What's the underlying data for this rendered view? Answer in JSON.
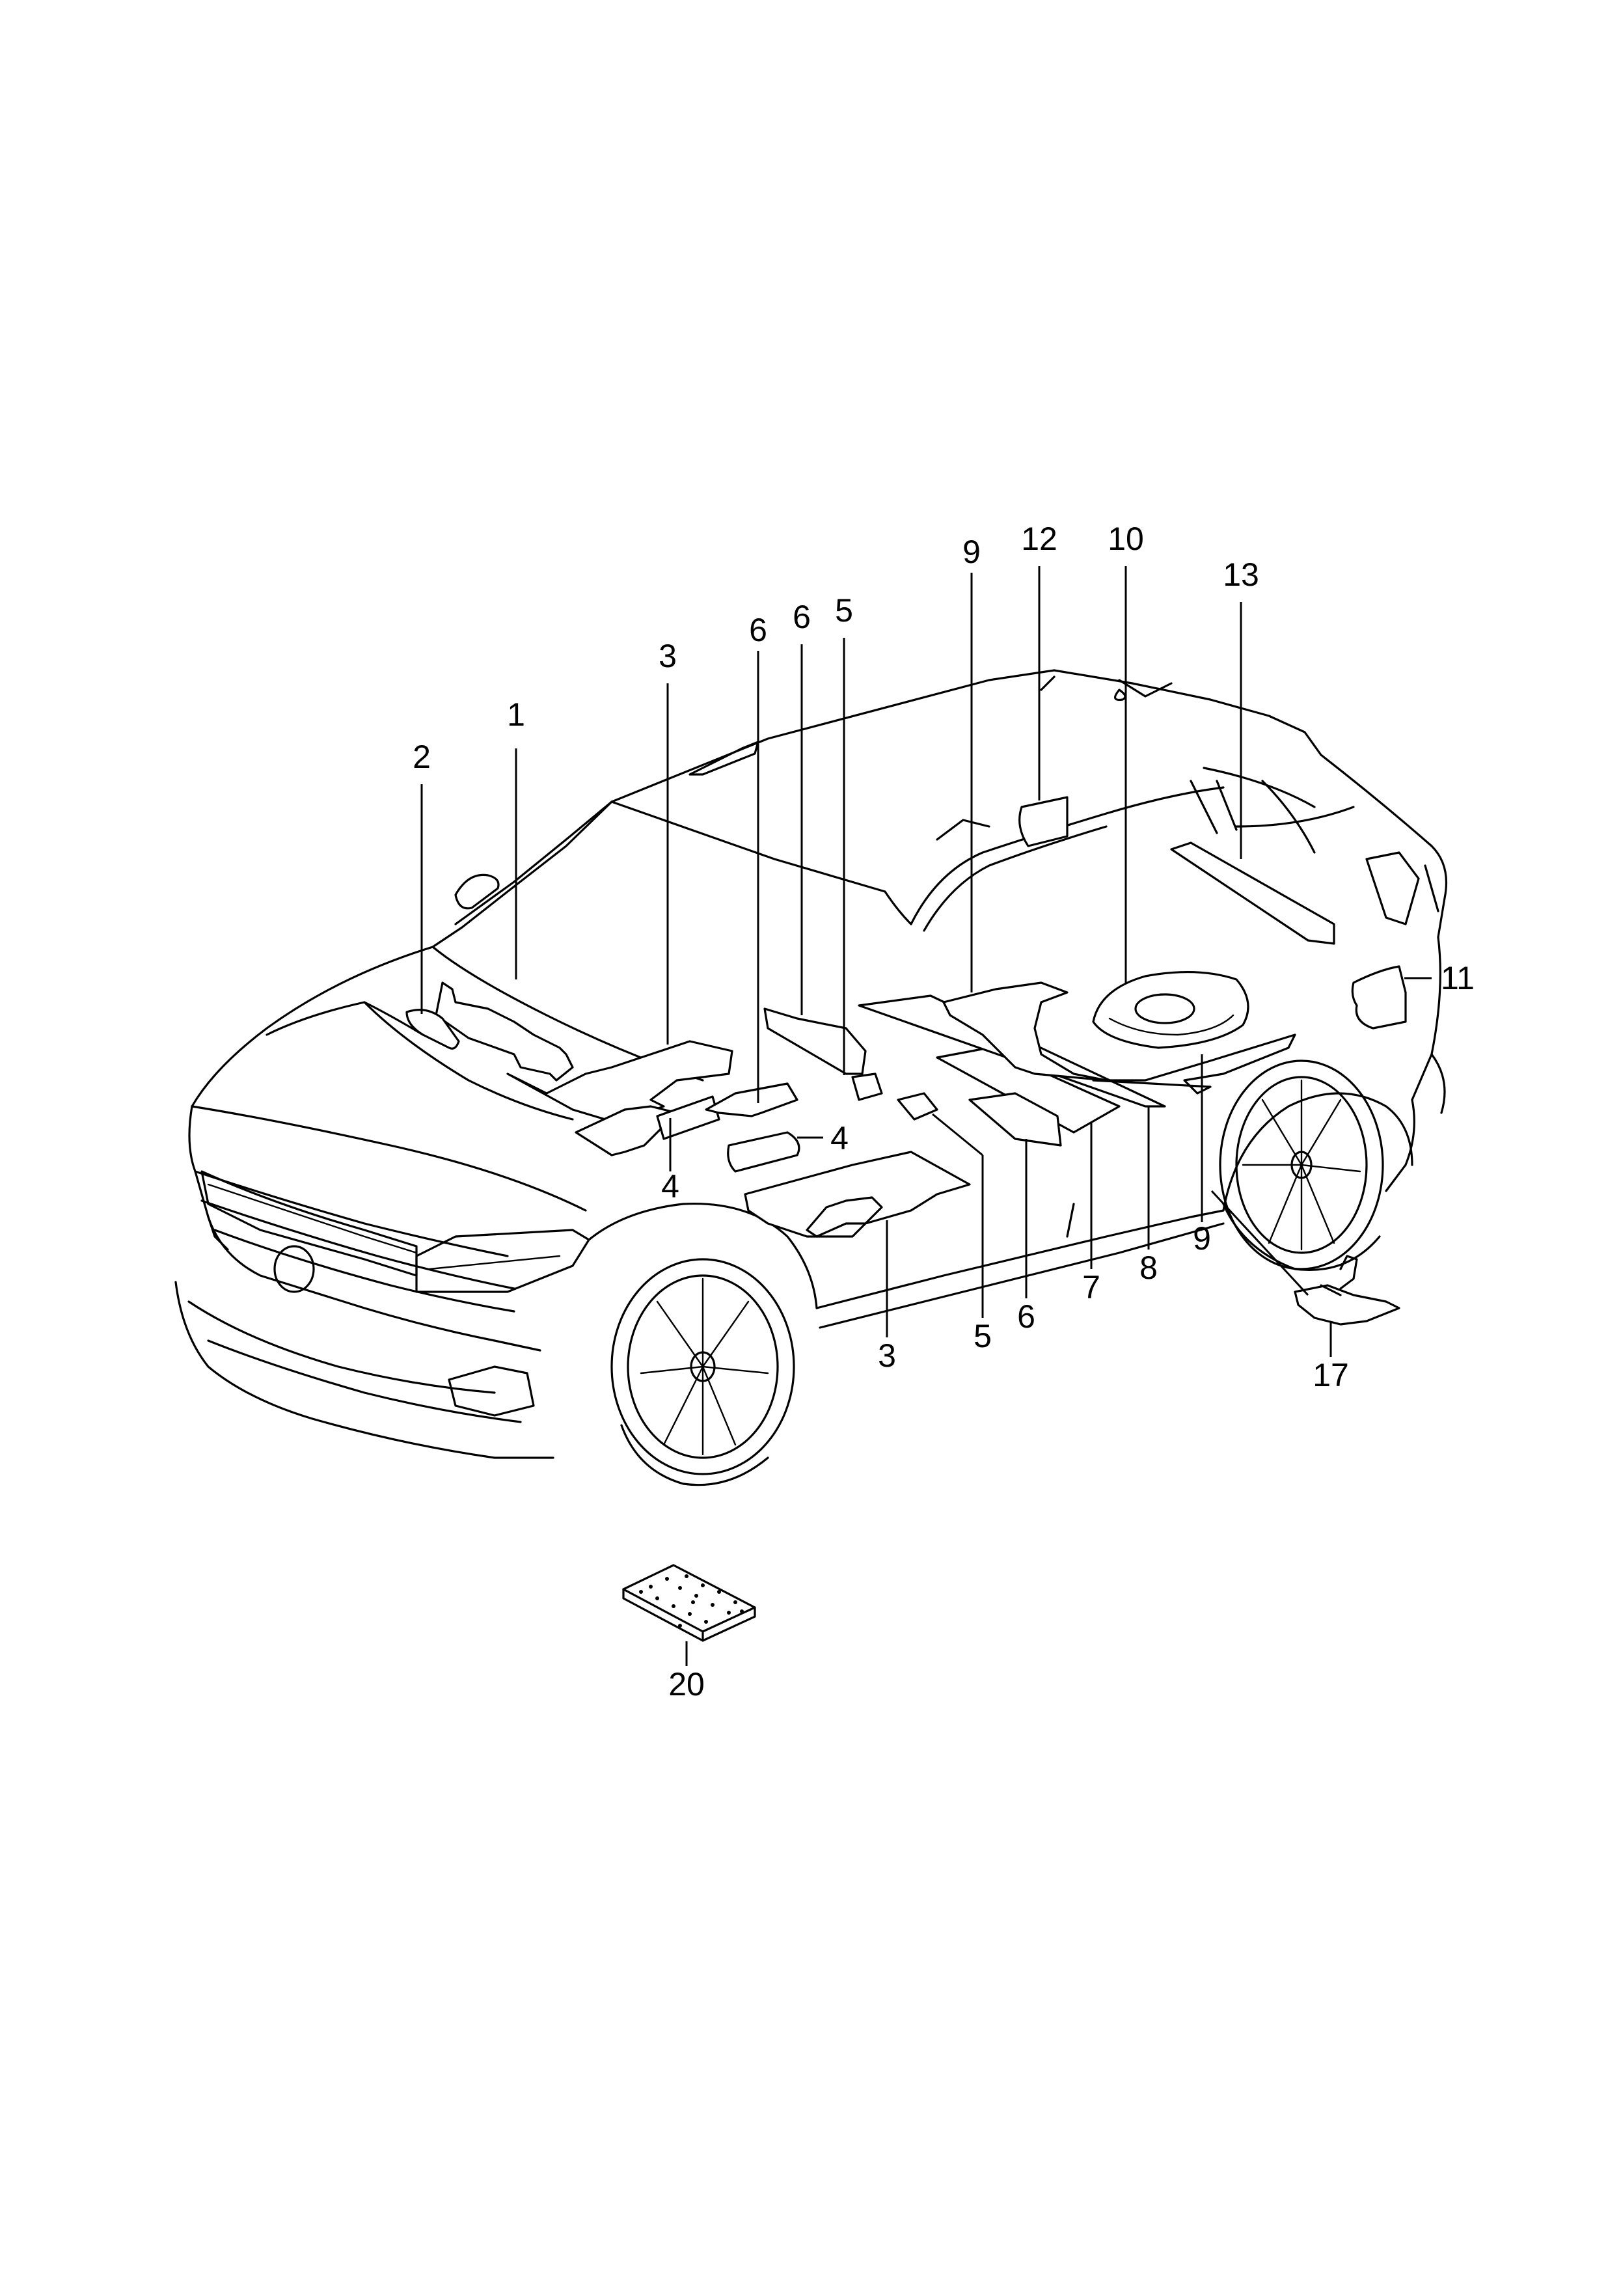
{
  "diagram": {
    "callouts": [
      {
        "id": "c1",
        "label": "1"
      },
      {
        "id": "c2",
        "label": "2"
      },
      {
        "id": "c3a",
        "label": "3"
      },
      {
        "id": "c6a",
        "label": "6"
      },
      {
        "id": "c6b",
        "label": "6"
      },
      {
        "id": "c5a",
        "label": "5"
      },
      {
        "id": "c9a",
        "label": "9"
      },
      {
        "id": "c12",
        "label": "12"
      },
      {
        "id": "c10",
        "label": "10"
      },
      {
        "id": "c13",
        "label": "13"
      },
      {
        "id": "c11",
        "label": "11"
      },
      {
        "id": "c4a",
        "label": "4"
      },
      {
        "id": "c4b",
        "label": "4"
      },
      {
        "id": "c3b",
        "label": "3"
      },
      {
        "id": "c5b",
        "label": "5"
      },
      {
        "id": "c6c",
        "label": "6"
      },
      {
        "id": "c7",
        "label": "7"
      },
      {
        "id": "c8",
        "label": "8"
      },
      {
        "id": "c9b",
        "label": "9"
      },
      {
        "id": "c17",
        "label": "17"
      },
      {
        "id": "c20",
        "label": "20"
      }
    ]
  }
}
